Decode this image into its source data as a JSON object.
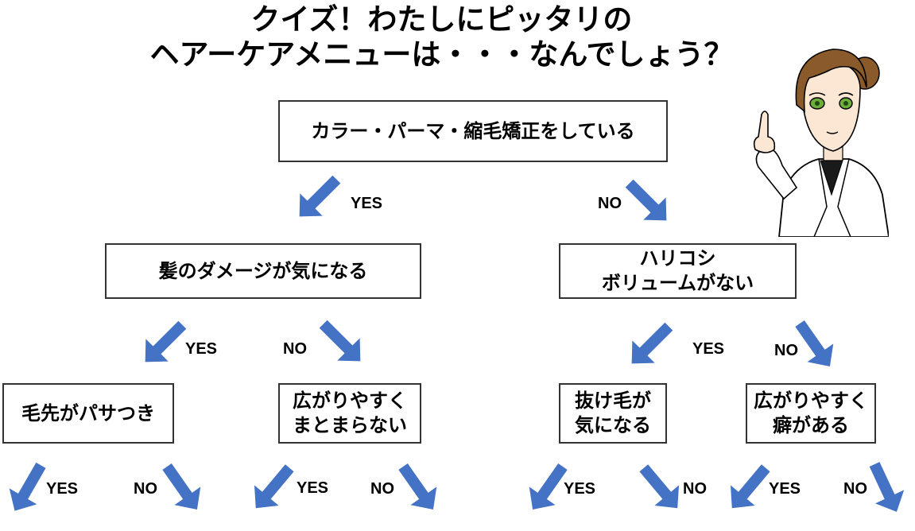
{
  "title": {
    "line1": "クイズ！わたしにピッタリの",
    "line2": "ヘアーケアメニューは・・・なんでしょう？"
  },
  "nodes": {
    "root": "カラー・パーマ・縮毛矯正をしている",
    "damage": "髪のダメージが気になる",
    "volume": "ハリコシ\nボリュームがない",
    "dry": "毛先がパサつき",
    "spread1": "広がりやすく\nまとまらない",
    "hairloss": "抜け毛が\n気になる",
    "spread2": "広がりやすく\n癖がある"
  },
  "labels": {
    "yes": "YES",
    "no": "NO"
  },
  "colors": {
    "arrow": "#4472C4",
    "border": "#333333"
  },
  "illustration": "doctor-in-white-coat-pointing-up"
}
